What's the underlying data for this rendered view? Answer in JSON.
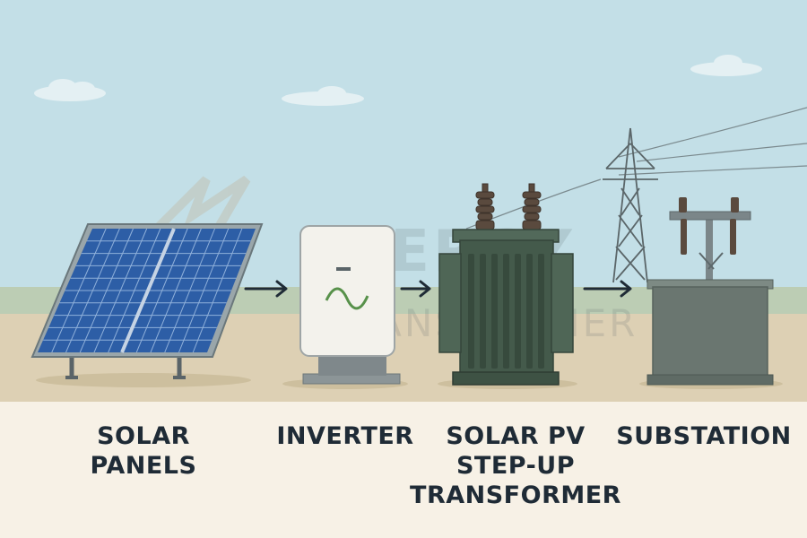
{
  "stages": [
    {
      "id": "solar-panels",
      "label": "SOLAR\nPANELS"
    },
    {
      "id": "inverter",
      "label": "INVERTER"
    },
    {
      "id": "transformer",
      "label": "SOLAR PV\nSTEP-UP\nTRANSFORMER"
    },
    {
      "id": "substation",
      "label": "SUBSTATION"
    }
  ],
  "watermark": {
    "line1": "ENERGY",
    "line2": "TRANSFORMER"
  },
  "colors": {
    "sky": "#c3dfe7",
    "ground": "#ddd0b4",
    "grass": "#bccdb4",
    "caption_band": "#f7f1e6",
    "panel_blue": "#2d5ea6",
    "transformer_green": "#445a4b",
    "substation_gray": "#6a7670",
    "label_text": "#1f2b36"
  },
  "icons": [
    "sine-wave-icon",
    "arrow-right-icon",
    "transmission-tower-icon"
  ]
}
